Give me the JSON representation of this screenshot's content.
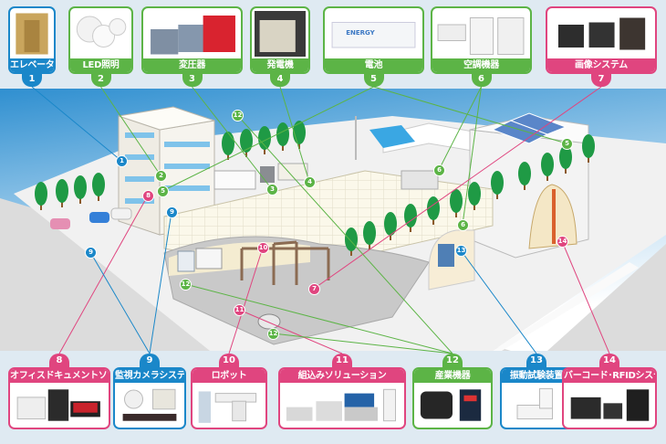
{
  "colors": {
    "blue": "#1a87c9",
    "green": "#5cb446",
    "pink": "#e0457f",
    "band": "#dfeaf2",
    "sky_top": "#2f8fd0",
    "sky_bottom": "#ffffff",
    "ground": "#e6e6e6",
    "tree": "#1f9a45"
  },
  "top_cards": [
    {
      "num": "1",
      "label": "エレベータ",
      "color": "blue",
      "image": "elevator"
    },
    {
      "num": "2",
      "label": "LED照明",
      "color": "green",
      "image": "led-bulbs"
    },
    {
      "num": "3",
      "label": "変圧器",
      "color": "green",
      "image": "transformers"
    },
    {
      "num": "4",
      "label": "発電機",
      "color": "green",
      "image": "generator"
    },
    {
      "num": "5",
      "label": "電池",
      "color": "green",
      "image": "energy-storage-container"
    },
    {
      "num": "6",
      "label": "空調機器",
      "color": "green",
      "image": "air-conditioners"
    },
    {
      "num": "7",
      "label": "画像システム",
      "color": "pink",
      "image": "industrial-cameras"
    }
  ],
  "bottom_cards": [
    {
      "num": "8",
      "label": "オフィスドキュメントソリューション",
      "color": "pink",
      "image": "printer-copier-laptop"
    },
    {
      "num": "9",
      "label": "監視カメラシステム",
      "color": "blue",
      "image": "surveillance-cameras"
    },
    {
      "num": "10",
      "label": "ロボット",
      "color": "pink",
      "image": "robots"
    },
    {
      "num": "11",
      "label": "組込みソリューション",
      "color": "pink",
      "image": "embedded-boards"
    },
    {
      "num": "12",
      "label": "産業機器",
      "color": "green",
      "image": "motor-inverter"
    },
    {
      "num": "13",
      "label": "振動試験装置",
      "color": "blue",
      "image": "vibration-tester"
    },
    {
      "num": "14",
      "label": "バーコード･RFIDシステム",
      "color": "pink",
      "image": "barcode-printers"
    }
  ],
  "scene_markers": [
    {
      "num": "1",
      "color": "blue"
    },
    {
      "num": "2",
      "color": "green"
    },
    {
      "num": "3",
      "color": "green"
    },
    {
      "num": "4",
      "color": "green"
    },
    {
      "num": "5",
      "color": "green"
    },
    {
      "num": "5",
      "color": "green"
    },
    {
      "num": "6",
      "color": "green"
    },
    {
      "num": "6",
      "color": "green"
    },
    {
      "num": "7",
      "color": "pink"
    },
    {
      "num": "8",
      "color": "pink"
    },
    {
      "num": "9",
      "color": "blue"
    },
    {
      "num": "9",
      "color": "blue"
    },
    {
      "num": "10",
      "color": "pink"
    },
    {
      "num": "11",
      "color": "pink"
    },
    {
      "num": "12",
      "color": "green"
    },
    {
      "num": "12",
      "color": "green"
    },
    {
      "num": "12",
      "color": "green"
    },
    {
      "num": "13",
      "color": "blue"
    },
    {
      "num": "14",
      "color": "pink"
    }
  ],
  "energy_text": "ENERGY"
}
